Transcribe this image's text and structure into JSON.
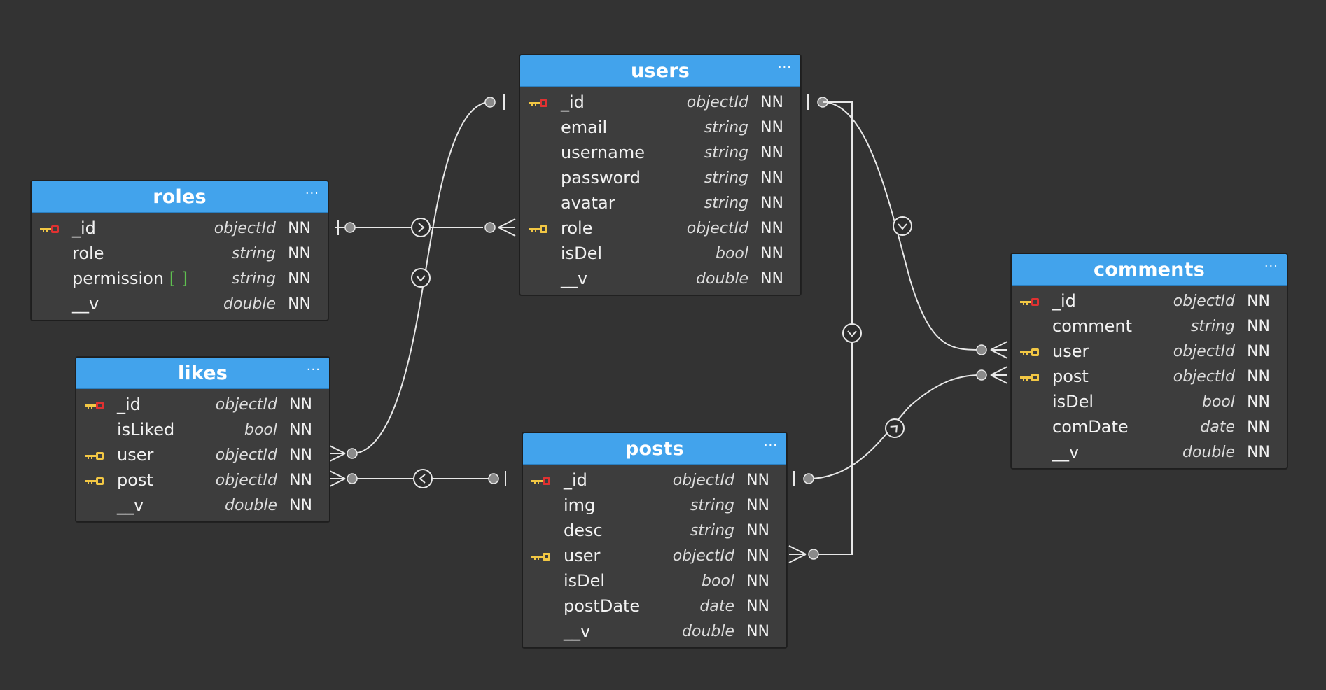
{
  "colors": {
    "background": "#333333",
    "header": "#42a3ec",
    "body": "#3d3d3d",
    "text": "#f2f2f2",
    "pk_key": "#e03131",
    "fk_key": "#f2c744",
    "array_suffix": "#5fc050",
    "relation_line": "#e8e8e8"
  },
  "entities": {
    "users": {
      "title": "users",
      "menu": "···",
      "fields": [
        {
          "name": "_id",
          "type": "objectId",
          "nn": "NN",
          "key": "pk-key-icon"
        },
        {
          "name": "email",
          "type": "string",
          "nn": "NN",
          "key": ""
        },
        {
          "name": "username",
          "type": "string",
          "nn": "NN",
          "key": ""
        },
        {
          "name": "password",
          "type": "string",
          "nn": "NN",
          "key": ""
        },
        {
          "name": "avatar",
          "type": "string",
          "nn": "NN",
          "key": ""
        },
        {
          "name": "role",
          "type": "objectId",
          "nn": "NN",
          "key": "fk-key-icon"
        },
        {
          "name": "isDel",
          "type": "bool",
          "nn": "NN",
          "key": ""
        },
        {
          "name": "__v",
          "type": "double",
          "nn": "NN",
          "key": ""
        }
      ]
    },
    "roles": {
      "title": "roles",
      "menu": "···",
      "fields": [
        {
          "name": "_id",
          "type": "objectId",
          "nn": "NN",
          "key": "pk-key-icon"
        },
        {
          "name": "role",
          "type": "string",
          "nn": "NN",
          "key": ""
        },
        {
          "name": "permission",
          "suffix": "[ ]",
          "type": "string",
          "nn": "NN",
          "key": ""
        },
        {
          "name": "__v",
          "type": "double",
          "nn": "NN",
          "key": ""
        }
      ]
    },
    "likes": {
      "title": "likes",
      "menu": "···",
      "fields": [
        {
          "name": "_id",
          "type": "objectId",
          "nn": "NN",
          "key": "pk-key-icon"
        },
        {
          "name": "isLiked",
          "type": "bool",
          "nn": "NN",
          "key": ""
        },
        {
          "name": "user",
          "type": "objectId",
          "nn": "NN",
          "key": "fk-key-icon"
        },
        {
          "name": "post",
          "type": "objectId",
          "nn": "NN",
          "key": "fk-key-icon"
        },
        {
          "name": "__v",
          "type": "double",
          "nn": "NN",
          "key": ""
        }
      ]
    },
    "posts": {
      "title": "posts",
      "menu": "···",
      "fields": [
        {
          "name": "_id",
          "type": "objectId",
          "nn": "NN",
          "key": "pk-key-icon"
        },
        {
          "name": "img",
          "type": "string",
          "nn": "NN",
          "key": ""
        },
        {
          "name": "desc",
          "type": "string",
          "nn": "NN",
          "key": ""
        },
        {
          "name": "user",
          "type": "objectId",
          "nn": "NN",
          "key": "fk-key-icon"
        },
        {
          "name": "isDel",
          "type": "bool",
          "nn": "NN",
          "key": ""
        },
        {
          "name": "postDate",
          "type": "date",
          "nn": "NN",
          "key": ""
        },
        {
          "name": "__v",
          "type": "double",
          "nn": "NN",
          "key": ""
        }
      ]
    },
    "comments": {
      "title": "comments",
      "menu": "···",
      "fields": [
        {
          "name": "_id",
          "type": "objectId",
          "nn": "NN",
          "key": "pk-key-icon"
        },
        {
          "name": "comment",
          "type": "string",
          "nn": "NN",
          "key": ""
        },
        {
          "name": "user",
          "type": "objectId",
          "nn": "NN",
          "key": "fk-key-icon"
        },
        {
          "name": "post",
          "type": "objectId",
          "nn": "NN",
          "key": "fk-key-icon"
        },
        {
          "name": "isDel",
          "type": "bool",
          "nn": "NN",
          "key": ""
        },
        {
          "name": "comDate",
          "type": "date",
          "nn": "NN",
          "key": ""
        },
        {
          "name": "__v",
          "type": "double",
          "nn": "NN",
          "key": ""
        }
      ]
    }
  },
  "relations": [
    {
      "from": "roles._id",
      "to": "users.role",
      "cardinality": "one-to-many"
    },
    {
      "from": "users._id",
      "to": "likes.user",
      "cardinality": "one-to-many"
    },
    {
      "from": "posts._id",
      "to": "likes.post",
      "cardinality": "one-to-many"
    },
    {
      "from": "users._id",
      "to": "comments.user",
      "cardinality": "one-to-many"
    },
    {
      "from": "posts._id",
      "to": "comments.post",
      "cardinality": "one-to-many"
    },
    {
      "from": "users._id",
      "to": "posts.user",
      "cardinality": "one-to-many"
    }
  ]
}
